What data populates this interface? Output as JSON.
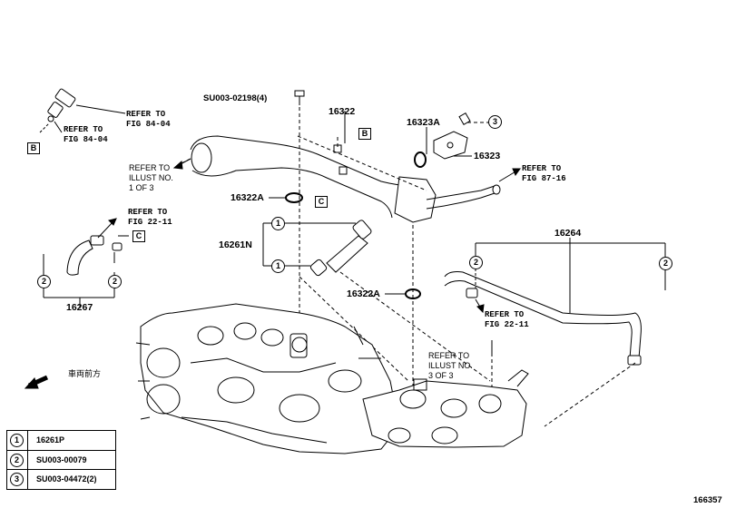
{
  "parts": {
    "p16322": "16322",
    "p16323A": "16323A",
    "p16323": "16323",
    "p16322A_top": "16322A",
    "p16261N": "16261N",
    "p16322A_mid": "16322A",
    "p16264": "16264",
    "p16267": "16267",
    "bolt_ref": "SU003-02198(4)",
    "figure_number": "166357"
  },
  "references": {
    "fig84_a_line1": "REFER TO",
    "fig84_a_line2": "FIG 84-04",
    "fig84_b_line1": "REFER TO",
    "fig84_b_line2": "FIG 84-04",
    "illust1_line1": "REFER TO",
    "illust1_line2": "ILLUST NO.",
    "illust1_line3": "1 OF 3",
    "fig87_line1": "REFER TO",
    "fig87_line2": "FIG 87-16",
    "fig22_a_line1": "REFER TO",
    "fig22_a_line2": "FIG 22-11",
    "fig22_b_line1": "REFER TO",
    "fig22_b_line2": "FIG 22-11",
    "illust3_line1": "REFER TO",
    "illust3_line2": "ILLUST NO.",
    "illust3_line3": "3 OF 3"
  },
  "boxes": {
    "b_left": "B",
    "b_pipe": "B",
    "c_hose": "C",
    "c_pipe": "C"
  },
  "callouts": {
    "c3_top": "3",
    "c1_a": "1",
    "c1_b": "1",
    "c2_left_a": "2",
    "c2_left_b": "2",
    "c2_right_a": "2",
    "c2_right_b": "2"
  },
  "front_label": "車両前方",
  "legend": [
    {
      "num": "1",
      "part": "16261P"
    },
    {
      "num": "2",
      "part": "SU003-00079"
    },
    {
      "num": "3",
      "part": "SU003-04472(2)"
    }
  ]
}
